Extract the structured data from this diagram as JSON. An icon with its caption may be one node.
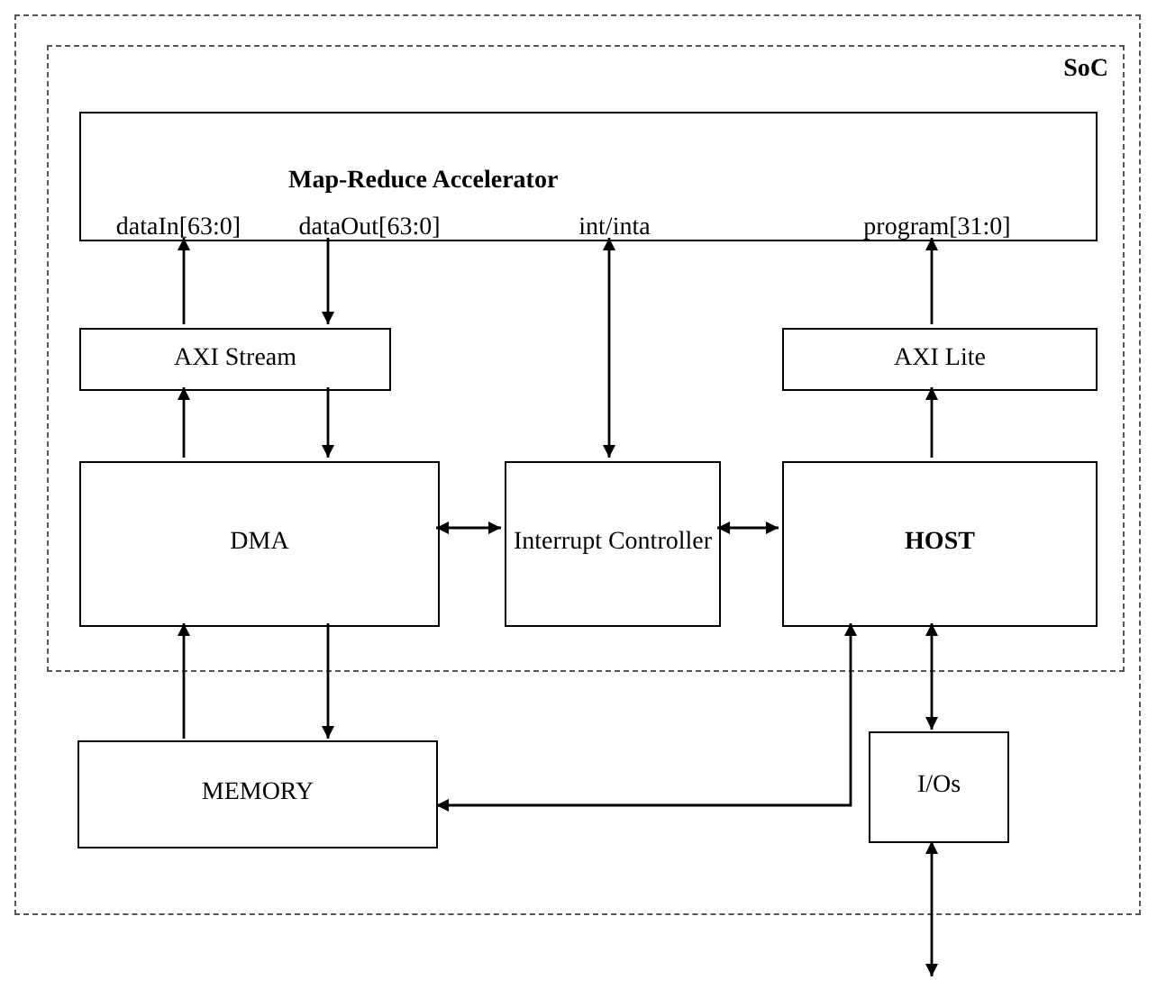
{
  "diagram": {
    "nodes": [
      {
        "text": [],
        "shape": "box"
      },
      {
        "text": [
          "SoC"
        ],
        "in": 0
      },
      {
        "text": [
          "Map-Reduce Accelerator"
        ],
        "in": 1
      },
      {
        "text": [
          "dataIn[63:0]"
        ],
        "in": 2
      },
      {
        "text": [
          "dataOut[63:0]"
        ],
        "in": 2
      },
      {
        "text": [
          "int/inta"
        ],
        "in": 2
      },
      {
        "text": [
          "program[31:0]"
        ],
        "in": 2
      },
      {
        "text": [
          "AXI Stream"
        ],
        "in": 1
      },
      {
        "text": [
          "AXI Lite"
        ],
        "in": 1
      },
      {
        "text": [
          "DMA"
        ],
        "in": 1
      },
      {
        "text": [
          "Interrupt Controller"
        ],
        "in": 1
      },
      {
        "text": [
          "HOST"
        ],
        "in": 1
      },
      {
        "text": [
          "MEMORY"
        ],
        "in": 0
      },
      {
        "text": [
          "I/Os"
        ],
        "in": 0
      }
    ],
    "edges": [
      {
        "from": 7,
        "to": 3,
        "arrow": "to"
      },
      {
        "from": 4,
        "to": 7,
        "arrow": "to"
      },
      {
        "from": 5,
        "to": 10,
        "arrow": "both"
      },
      {
        "from": 8,
        "to": 6,
        "arrow": "to"
      },
      {
        "from": 9,
        "to": 7,
        "arrow": "to"
      },
      {
        "from": 7,
        "to": 9,
        "arrow": "to"
      },
      {
        "from": 11,
        "to": 8,
        "arrow": "to"
      },
      {
        "from": 9,
        "to": 10,
        "arrow": "both"
      },
      {
        "from": 10,
        "to": 11,
        "arrow": "both"
      },
      {
        "from": 12,
        "to": 9,
        "arrow": "to"
      },
      {
        "from": 9,
        "to": 12,
        "arrow": "to"
      },
      {
        "from": 11,
        "to": 12,
        "arrow": "both"
      },
      {
        "from": 11,
        "to": 13,
        "arrow": "both"
      },
      {
        "from": 13,
        "to": null,
        "arrow": "both"
      }
    ]
  }
}
